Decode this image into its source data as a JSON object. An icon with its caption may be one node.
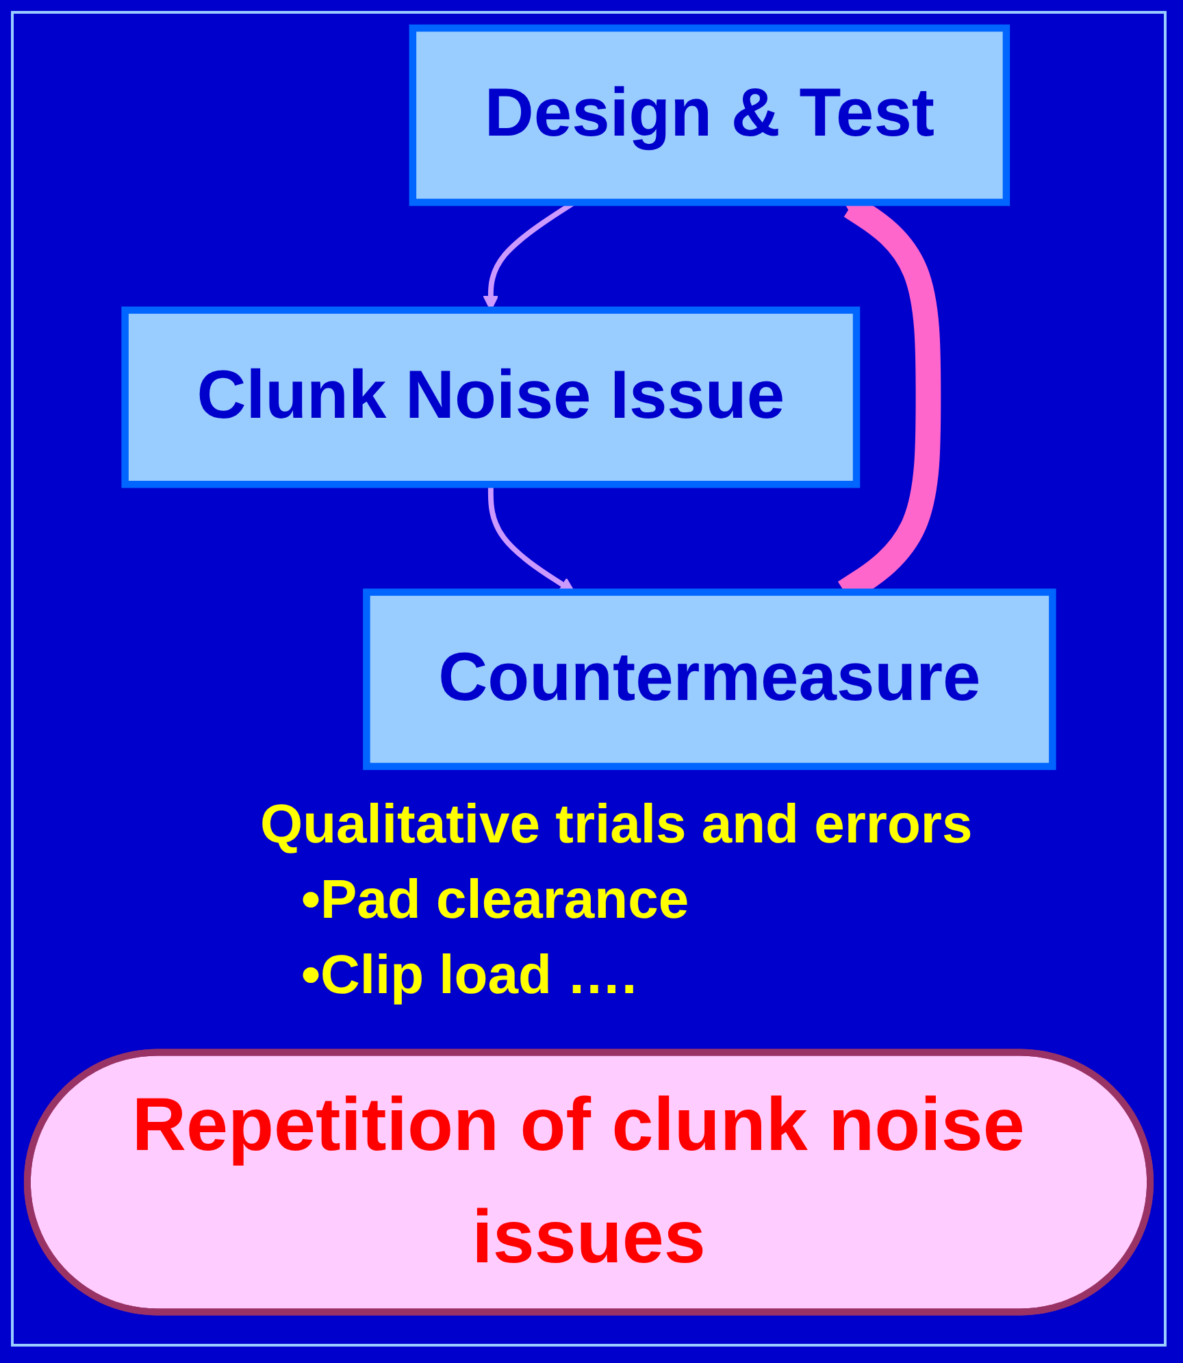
{
  "diagram": {
    "nodes": [
      {
        "text": [
          "Design & Test"
        ]
      },
      {
        "text": [
          "Clunk Noise Issue"
        ]
      },
      {
        "text": [
          "Countermeasure"
        ]
      },
      {
        "text": [
          "Repetition of clunk noise issues"
        ]
      }
    ],
    "edges": [
      {
        "from": 0,
        "to": 1,
        "arrow": "to"
      },
      {
        "from": 1,
        "to": 2,
        "arrow": "to"
      },
      {
        "from": 2,
        "to": 0,
        "arrow": "to",
        "style": "thick",
        "color": "#ff66cc"
      }
    ],
    "labels": [
      "Qualitative trials and errors",
      "•Pad clearance",
      "•Clip load …."
    ]
  }
}
